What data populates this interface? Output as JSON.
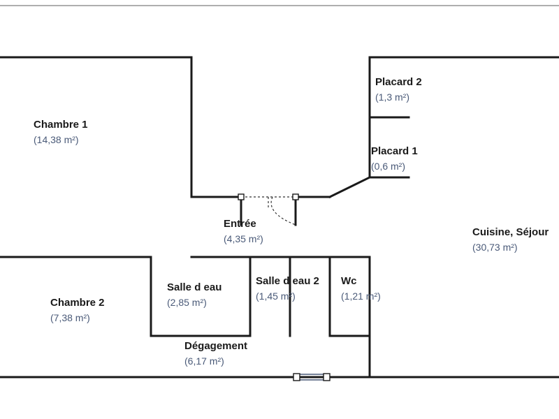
{
  "rooms": {
    "chambre1": {
      "name": "Chambre 1",
      "area": "(14,38 m²)"
    },
    "placard2": {
      "name": "Placard 2",
      "area": "(1,3 m²)"
    },
    "placard1": {
      "name": "Placard 1",
      "area": "(0,6 m²)"
    },
    "entree": {
      "name": "Entrée",
      "area": "(4,35 m²)"
    },
    "cuisine": {
      "name": "Cuisine, Séjour",
      "area": "(30,73 m²)"
    },
    "chambre2": {
      "name": "Chambre 2",
      "area": "(7,38 m²)"
    },
    "salleeau1": {
      "name": "Salle d eau",
      "area": "(2,85 m²)"
    },
    "salleeau2": {
      "name": "Salle d eau 2",
      "area": "(1,45 m²)"
    },
    "wc": {
      "name": "Wc",
      "area": "(1,21 m²)"
    },
    "degagement": {
      "name": "Dégagement",
      "area": "(6,17 m²)"
    }
  },
  "colors": {
    "wall": "#1a1a1a",
    "area_text": "#4a5a78"
  }
}
